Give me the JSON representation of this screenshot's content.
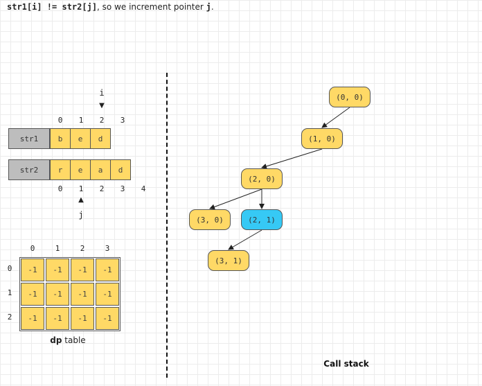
{
  "caption": {
    "part1": "str1[i] != str2[j]",
    "part2": ", so we increment pointer ",
    "part3": "j",
    "part4": "."
  },
  "colors": {
    "cell": "#ffd966",
    "label": "#bdbdbd",
    "active_node": "#36c9f5",
    "grid": "#ececec"
  },
  "str1": {
    "label": "str1",
    "chars": [
      "b",
      "e",
      "d"
    ],
    "indices": [
      "0",
      "1",
      "2",
      "3"
    ],
    "pointer": {
      "name": "i",
      "index": 2
    }
  },
  "str2": {
    "label": "str2",
    "chars": [
      "r",
      "e",
      "a",
      "d"
    ],
    "indices": [
      "0",
      "1",
      "2",
      "3",
      "4"
    ],
    "pointer": {
      "name": "j",
      "index": 1
    }
  },
  "dp": {
    "title_bold": "dp",
    "title_rest": " table",
    "col_headers": [
      "0",
      "1",
      "2",
      "3"
    ],
    "row_headers": [
      "0",
      "1",
      "2"
    ],
    "cells": [
      [
        "-1",
        "-1",
        "-1",
        "-1"
      ],
      [
        "-1",
        "-1",
        "-1",
        "-1"
      ],
      [
        "-1",
        "-1",
        "-1",
        "-1"
      ]
    ]
  },
  "call_stack": {
    "title": "Call stack",
    "nodes": [
      {
        "label": "(0, 0)",
        "state": "normal"
      },
      {
        "label": "(1, 0)",
        "state": "normal"
      },
      {
        "label": "(2, 0)",
        "state": "normal"
      },
      {
        "label": "(3, 0)",
        "state": "normal"
      },
      {
        "label": "(2, 1)",
        "state": "active"
      },
      {
        "label": "(3, 1)",
        "state": "normal"
      }
    ],
    "edges": [
      [
        0,
        1
      ],
      [
        1,
        2
      ],
      [
        2,
        3
      ],
      [
        2,
        4
      ],
      [
        4,
        5
      ]
    ]
  }
}
